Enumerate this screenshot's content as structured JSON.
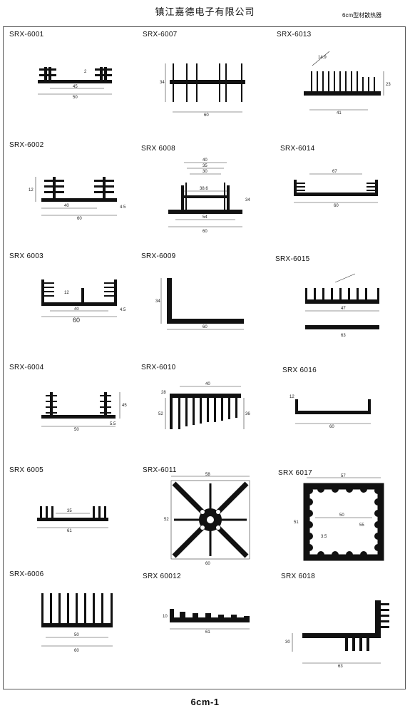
{
  "header": {
    "company": "镇江嘉德电子有限公司",
    "subtitle": "6cm型材散热器"
  },
  "parts": [
    {
      "id": "SRX-6001",
      "dims": [
        "45",
        "50",
        "2"
      ]
    },
    {
      "id": "SRX-6007",
      "dims": [
        "34",
        "60"
      ]
    },
    {
      "id": "SRX-6013",
      "dims": [
        "23",
        "41",
        "14.9"
      ]
    },
    {
      "id": "SRX-6002",
      "dims": [
        "40",
        "60",
        "12",
        "4.5"
      ]
    },
    {
      "id": "SRX 6008",
      "dims": [
        "40",
        "35",
        "30",
        "38.6",
        "54",
        "60",
        "34"
      ]
    },
    {
      "id": "SRX-6014",
      "dims": [
        "67",
        "60"
      ]
    },
    {
      "id": "SRX 6003",
      "dims": [
        "40",
        "60",
        "12",
        "4.5"
      ]
    },
    {
      "id": "SRX-6009",
      "dims": [
        "60",
        "34"
      ]
    },
    {
      "id": "SRX-6015",
      "dims": [
        "47",
        "63"
      ]
    },
    {
      "id": "SRX-6004",
      "dims": [
        "50",
        "45",
        "5.5"
      ]
    },
    {
      "id": "SRX-6010",
      "dims": [
        "40",
        "52",
        "36",
        "28"
      ]
    },
    {
      "id": "SRX 6016",
      "dims": [
        "60",
        "12"
      ]
    },
    {
      "id": "SRX 6005",
      "dims": [
        "61",
        "35"
      ]
    },
    {
      "id": "SRX-6011",
      "dims": [
        "52",
        "58",
        "60"
      ]
    },
    {
      "id": "SRX 6017",
      "dims": [
        "57",
        "50",
        "55",
        "51",
        "3.5"
      ]
    },
    {
      "id": "SRX-6006",
      "dims": [
        "50",
        "60"
      ]
    },
    {
      "id": "SRX 60012",
      "dims": [
        "61",
        "10"
      ]
    },
    {
      "id": "SRX 6018",
      "dims": [
        "30",
        "63"
      ]
    }
  ],
  "footer": {
    "label": "6cm-1"
  }
}
